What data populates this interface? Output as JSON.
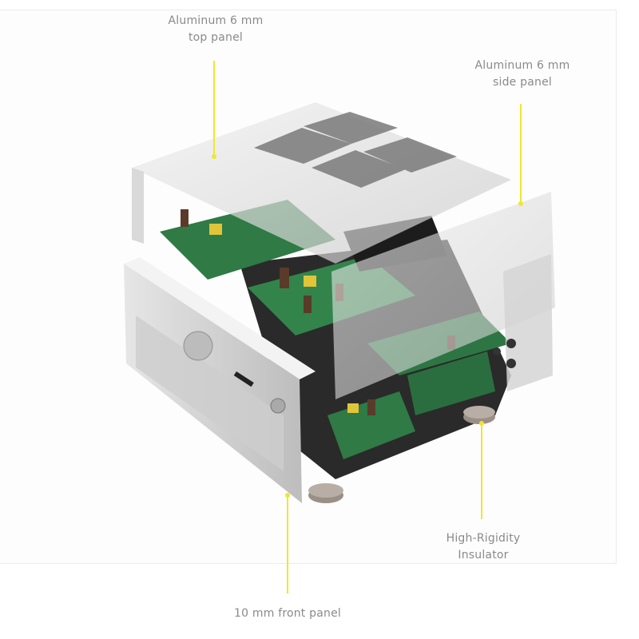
{
  "callouts": {
    "top_panel": {
      "line1": "Aluminum 6 mm",
      "line2": "top panel"
    },
    "side_panel": {
      "line1": "Aluminum 6 mm",
      "line2": "side panel"
    },
    "insulator": {
      "line1": "High-Rigidity",
      "line2": "Insulator"
    },
    "front_panel": {
      "line1": "10 mm front panel"
    }
  },
  "colors": {
    "leader": "#f2e62e",
    "label": "#8a8a8a",
    "pcb": "#2f7a45",
    "aluminum": "#d9d9d9"
  }
}
